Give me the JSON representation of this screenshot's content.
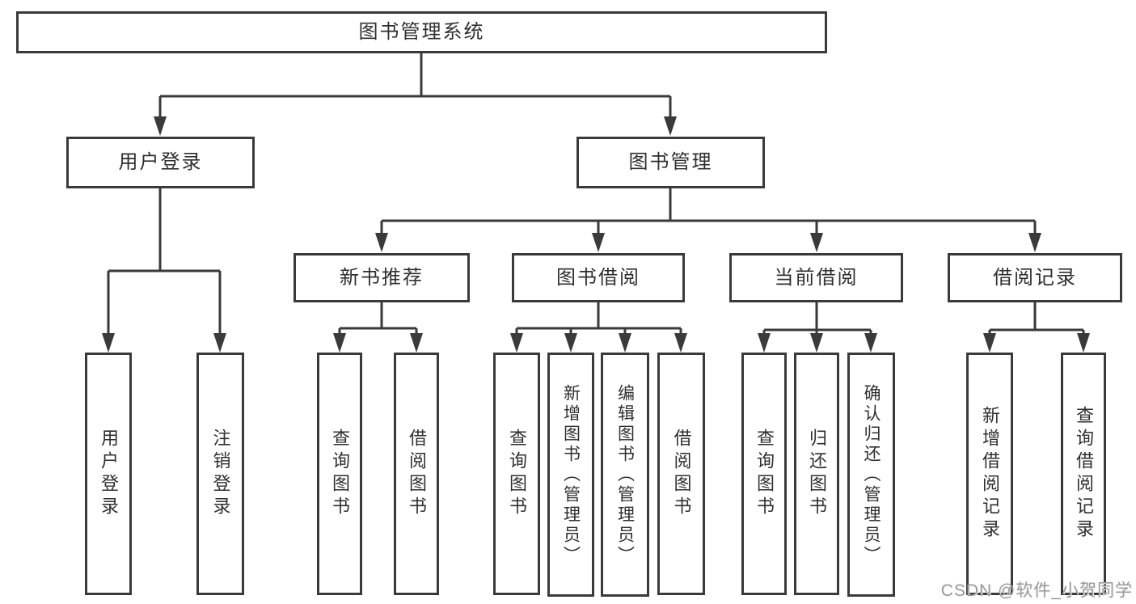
{
  "tree": {
    "root_label": "图书管理系统",
    "user_login": {
      "label": "用户登录",
      "children": [
        {
          "label": "用户登录"
        },
        {
          "label": "注销登录"
        }
      ]
    },
    "book_mgmt": {
      "label": "图书管理",
      "categories": [
        {
          "label": "新书推荐",
          "children": [
            {
              "label": "查询图书"
            },
            {
              "label": "借阅图书"
            }
          ]
        },
        {
          "label": "图书借阅",
          "children": [
            {
              "label": "查询图书"
            },
            {
              "label": "新增图书（管理员）"
            },
            {
              "label": "编辑图书（管理员）"
            },
            {
              "label": "借阅图书"
            }
          ]
        },
        {
          "label": "当前借阅",
          "children": [
            {
              "label": "查询图书"
            },
            {
              "label": "归还图书"
            },
            {
              "label": "确认归还（管理员）"
            }
          ]
        },
        {
          "label": "借阅记录",
          "children": [
            {
              "label": "新增借阅记录"
            },
            {
              "label": "查询借阅记录"
            }
          ]
        }
      ]
    }
  },
  "watermark": {
    "text": "CSDN @软件_小贺同学"
  },
  "colors": {
    "line": "#3a3a3a",
    "text": "#2f2f2f",
    "background": "#ffffff",
    "watermark": "#9b9b9b"
  }
}
